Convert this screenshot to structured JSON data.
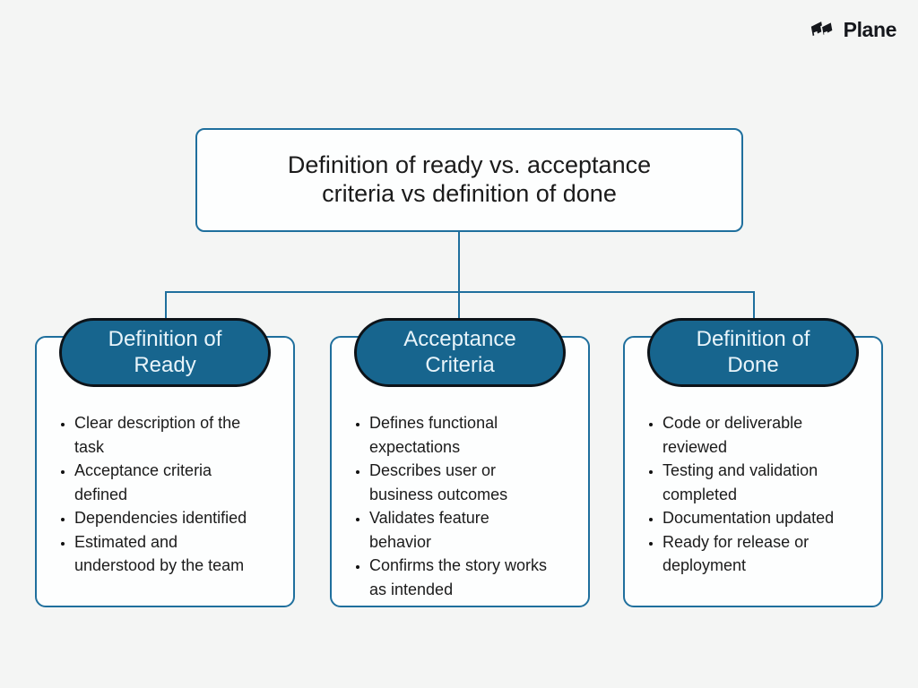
{
  "logo": {
    "label": "Plane"
  },
  "title": {
    "text": "Definition of ready vs. acceptance criteria vs definition of done"
  },
  "columns": [
    {
      "heading": "Definition of Ready",
      "items": [
        "Clear description of the task",
        "Acceptance criteria defined",
        "Dependencies identified",
        "Estimated and understood by the team"
      ]
    },
    {
      "heading": "Acceptance Criteria",
      "items": [
        "Defines functional expectations",
        "Describes user or business outcomes",
        "Validates feature behavior",
        "Confirms the story works as intended"
      ]
    },
    {
      "heading": "Definition of Done",
      "items": [
        "Code or deliverable reviewed",
        "Testing and validation completed",
        "Documentation updated",
        "Ready for release or deployment"
      ]
    }
  ],
  "colors": {
    "background": "#f4f5f4",
    "card_fill": "#fdfefe",
    "border_blue": "#1f6f9d",
    "pill_fill": "#17658e",
    "pill_border": "#0d1319",
    "pill_text": "#e8f4fa",
    "text": "#1b1b1b",
    "logo": "#15171c"
  }
}
